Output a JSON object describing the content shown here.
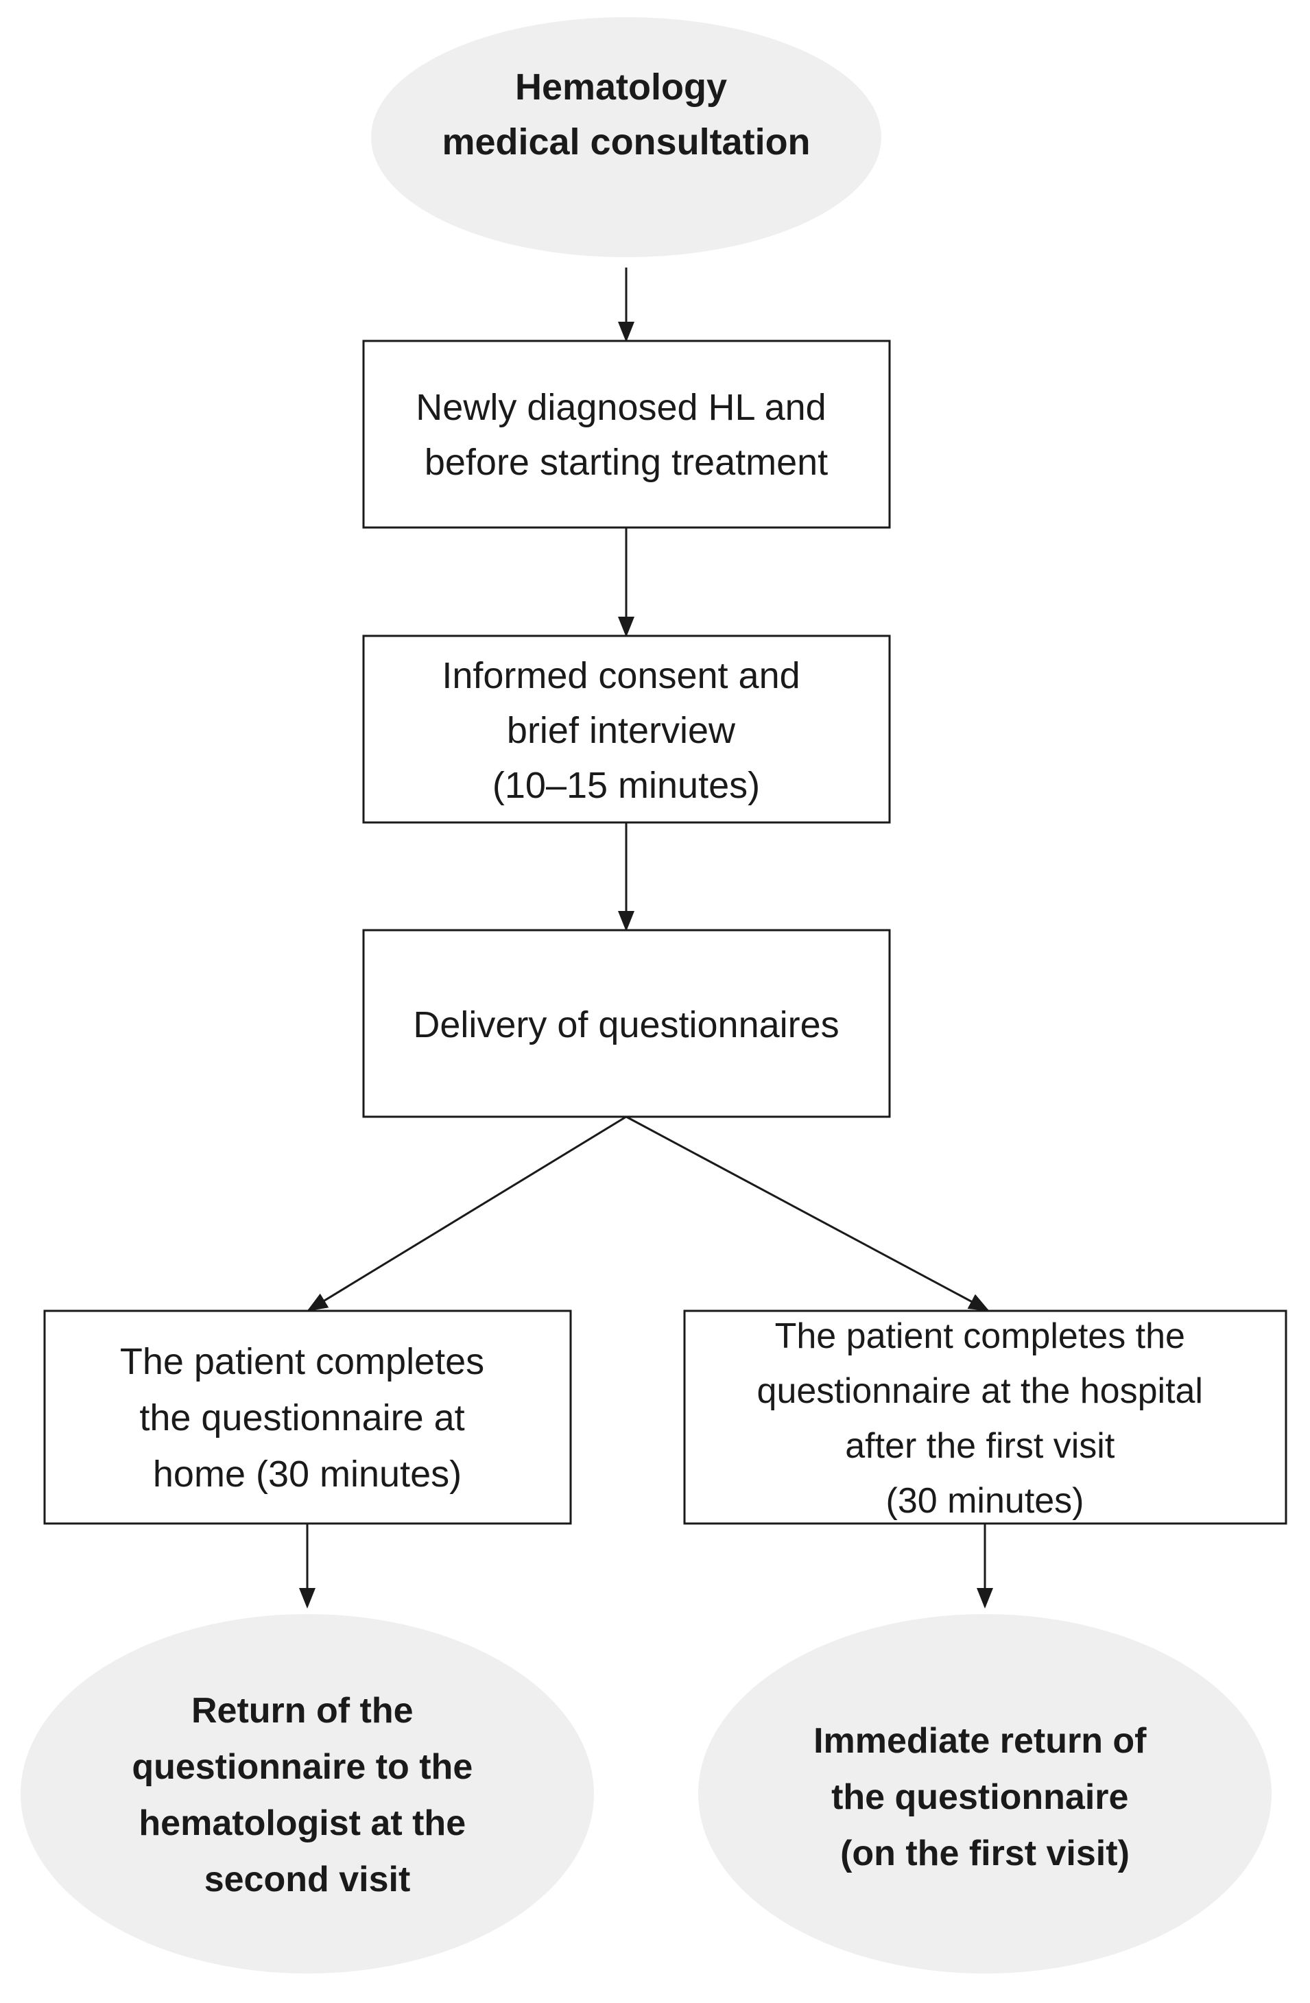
{
  "nodes": {
    "start": {
      "lines": [
        "Hematology",
        "medical consultation"
      ]
    },
    "newly_diagnosed": {
      "lines": [
        "Newly diagnosed HL and",
        "before starting treatment"
      ]
    },
    "consent": {
      "lines": [
        "Informed consent and",
        "brief interview",
        "(10–15 minutes)"
      ]
    },
    "delivery": {
      "lines": [
        "Delivery of questionnaires"
      ]
    },
    "home": {
      "lines": [
        "The patient completes",
        "the questionnaire at",
        "home (30 minutes)"
      ]
    },
    "hospital": {
      "lines": [
        "The patient completes the",
        "questionnaire at the hospital",
        "after the first visit",
        "(30 minutes)"
      ]
    },
    "return_second": {
      "lines": [
        "Return of the",
        "questionnaire to the",
        "hematologist at the",
        "second visit"
      ]
    },
    "return_immediate": {
      "lines": [
        "Immediate return of",
        "the questionnaire",
        "(on the first visit)"
      ]
    }
  },
  "colors": {
    "ellipse_fill": "#efefef",
    "stroke": "#1a1a1a"
  }
}
